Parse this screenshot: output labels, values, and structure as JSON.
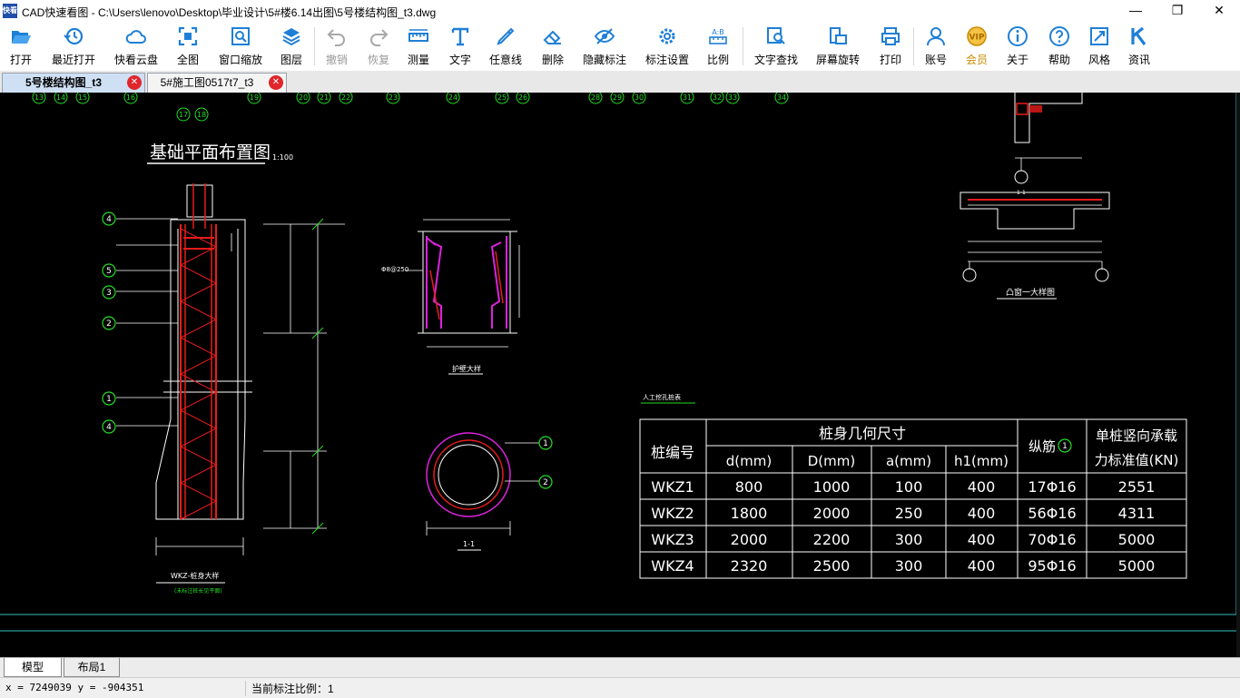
{
  "window": {
    "title": "CAD快速看图 - C:\\Users\\lenovo\\Desktop\\毕业设计\\5#楼6.14出图\\5号楼结构图_t3.dwg",
    "icon_text": "快看",
    "minimize": "—",
    "restore": "❐",
    "close": "✕"
  },
  "toolbar": [
    {
      "label": "打开",
      "icon": "folder-open-icon"
    },
    {
      "label": "最近打开",
      "icon": "history-icon"
    },
    {
      "label": "快看云盘",
      "icon": "cloud-icon"
    },
    {
      "label": "全图",
      "icon": "fit-view-icon"
    },
    {
      "label": "窗口缩放",
      "icon": "zoom-window-icon"
    },
    {
      "label": "图层",
      "icon": "layers-icon"
    },
    {
      "label": "撤销",
      "icon": "undo-icon"
    },
    {
      "label": "恢复",
      "icon": "redo-icon"
    },
    {
      "label": "测量",
      "icon": "ruler-icon"
    },
    {
      "label": "文字",
      "icon": "text-icon"
    },
    {
      "label": "任意线",
      "icon": "pen-icon"
    },
    {
      "label": "删除",
      "icon": "eraser-icon"
    },
    {
      "label": "隐藏标注",
      "icon": "eye-off-icon"
    },
    {
      "label": "标注设置",
      "icon": "gear-icon"
    },
    {
      "label": "比例",
      "icon": "scale-icon"
    },
    {
      "label": "文字查找",
      "icon": "find-text-icon"
    },
    {
      "label": "屏幕旋转",
      "icon": "rotate-screen-icon"
    },
    {
      "label": "打印",
      "icon": "printer-icon"
    },
    {
      "label": "账号",
      "icon": "user-icon"
    },
    {
      "label": "会员",
      "icon": "vip-icon"
    },
    {
      "label": "关于",
      "icon": "info-icon"
    },
    {
      "label": "帮助",
      "icon": "help-icon"
    },
    {
      "label": "风格",
      "icon": "style-icon"
    },
    {
      "label": "资讯",
      "icon": "news-icon"
    }
  ],
  "tabs": [
    {
      "label": "5号楼结构图_t3",
      "active": true
    },
    {
      "label": "5#施工图0517t7_t3",
      "active": false
    }
  ],
  "drawing": {
    "plan_title": "基础平面布置图",
    "plan_scale": "1:100",
    "axis_labels": [
      "13",
      "14",
      "15",
      "16",
      "17",
      "18",
      "19",
      "20",
      "21",
      "22",
      "23",
      "24",
      "25",
      "26",
      "28",
      "29",
      "30",
      "31",
      "32",
      "33",
      "34"
    ],
    "pile_elevation_title": "WKZ-桩身大样",
    "pile_elevation_note": "(未标注桩长见平面)",
    "section_title": "1-1",
    "guard_wall_title": "护壁大样",
    "cap_title": "凸窗一大样图",
    "cap_section_label": "1-1",
    "guard_wall_note": "Φ8@250",
    "table_title": "人工挖孔桩表",
    "circle_labels": [
      "1",
      "2",
      "3",
      "4",
      "5"
    ]
  },
  "pile_table": {
    "headers": {
      "id": "桩编号",
      "group": "桩身几何尺寸",
      "d": "d(mm)",
      "D": "D(mm)",
      "a": "a(mm)",
      "h1": "h1(mm)",
      "rebar": "纵筋",
      "rebar_ref": "1",
      "capacity_line1": "单桩竖向承载",
      "capacity_line2": "力标准值(KN)"
    },
    "rows": [
      {
        "id": "WKZ1",
        "d": "800",
        "D": "1000",
        "a": "100",
        "h1": "400",
        "rebar": "17Φ16",
        "capacity": "2551"
      },
      {
        "id": "WKZ2",
        "d": "1800",
        "D": "2000",
        "a": "250",
        "h1": "400",
        "rebar": "56Φ16",
        "capacity": "4311"
      },
      {
        "id": "WKZ3",
        "d": "2000",
        "D": "2200",
        "a": "300",
        "h1": "400",
        "rebar": "70Φ16",
        "capacity": "5000"
      },
      {
        "id": "WKZ4",
        "d": "2320",
        "D": "2500",
        "a": "300",
        "h1": "400",
        "rebar": "95Φ16",
        "capacity": "5000"
      }
    ]
  },
  "layout_tabs": [
    {
      "label": "模型",
      "active": true
    },
    {
      "label": "布局1",
      "active": false
    }
  ],
  "status": {
    "coords": "x = 7249039  y = -904351",
    "scale": "当前标注比例：1"
  },
  "colors": {
    "canvas_bg": "#000000",
    "cad_white": "#ffffff",
    "cad_green": "#22dd22",
    "cad_red": "#e81c1c",
    "cad_magenta": "#dd22dd",
    "cad_cyan": "#33c0c0",
    "vip_gold": "#c98a00"
  }
}
